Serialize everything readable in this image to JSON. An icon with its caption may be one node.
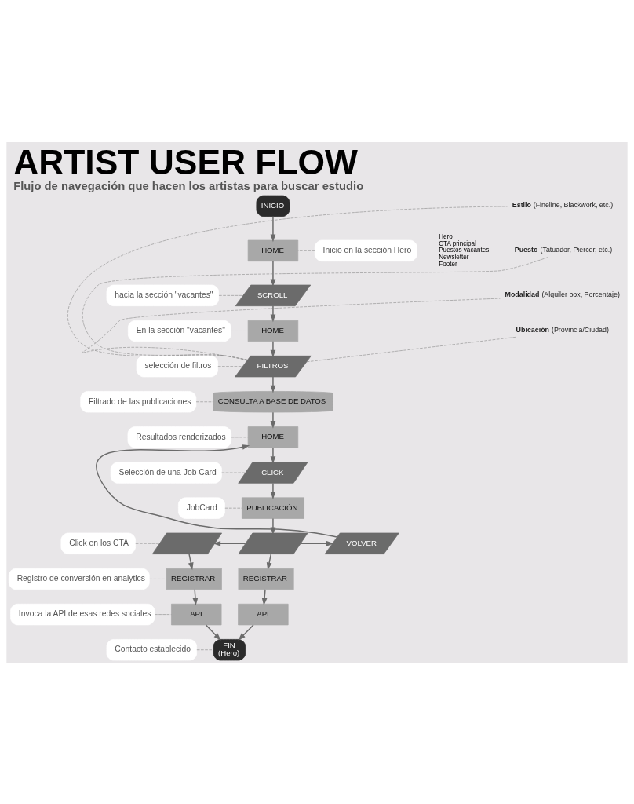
{
  "diagram": {
    "title": "ARTIST USER FLOW",
    "caption": "Flujo de navegación que hacen los artistas para buscar estudio",
    "nodes": [
      {
        "text": [
          "INICIO"
        ]
      },
      {
        "text": [
          "Inicio en la sección Hero"
        ]
      },
      {
        "text": [
          "HOME"
        ],
        "beside": [
          "Hero",
          "CTA principal",
          "Puestos vacantes",
          "Newsletter",
          "Footer"
        ]
      },
      {
        "text": [
          "hacia la sección \"vacantes\""
        ]
      },
      {
        "text": [
          "SCROLL"
        ]
      },
      {
        "text": [
          "En la sección \"vacantes\""
        ]
      },
      {
        "text": [
          "HOME"
        ]
      },
      {
        "text": [
          "selección de filtros"
        ]
      },
      {
        "text": [
          "FILTROS"
        ]
      },
      {
        "text": [
          "**Estilo** (Fineline, Blackwork, etc.)"
        ]
      },
      {
        "text": [
          "**Puesto** (Tatuador, Piercer, etc.)"
        ]
      },
      {
        "text": [
          "**Modalidad** (Alquiler box, Porcentaje)"
        ]
      },
      {
        "text": [
          "**Ubicación** (Provincia/Ciudad)"
        ]
      },
      {
        "text": [
          "Filtrado de las publicaciones"
        ]
      },
      {
        "text": [
          "CONSULTA A BASE DE DATOS"
        ]
      },
      {
        "text": [
          "Resultados renderizados"
        ]
      },
      {
        "text": [
          "HOME"
        ]
      },
      {
        "text": [
          "Selección de una Job Card"
        ]
      },
      {
        "text": [
          "CLICK"
        ]
      },
      {
        "text": [
          "JobCard"
        ]
      },
      {
        "text": [
          "PUBLICACIÓN"
        ]
      },
      {
        "text": [
          "Click en los CTA"
        ]
      },
      {
        "text": [],
        "shape": "parallelogram"
      },
      {
        "text": [],
        "shape": "parallelogram"
      },
      {
        "text": [
          "VOLVER"
        ]
      },
      {
        "text": [
          "Registro de conversión en analytics"
        ]
      },
      {
        "text": [
          "REGISTRAR"
        ]
      },
      {
        "text": [
          "REGISTRAR"
        ]
      },
      {
        "text": [
          "Invoca la API de esas redes sociales"
        ]
      },
      {
        "text": [
          "API"
        ]
      },
      {
        "text": [
          "API"
        ]
      },
      {
        "text": [
          "Contacto establecido"
        ]
      },
      {
        "text": [
          "FIN",
          "(Hero)"
        ]
      }
    ],
    "edges": [
      {
        "from": 0,
        "to": 2,
        "arrow": "to"
      },
      {
        "from": 1,
        "to": 2,
        "arrow": "none",
        "style": "dashed"
      },
      {
        "from": 2,
        "to": 4,
        "arrow": "to"
      },
      {
        "from": 3,
        "to": 4,
        "arrow": "none",
        "style": "dashed"
      },
      {
        "from": 4,
        "to": 6,
        "arrow": "to"
      },
      {
        "from": 5,
        "to": 6,
        "arrow": "none",
        "style": "dashed"
      },
      {
        "from": 6,
        "to": 8,
        "arrow": "to"
      },
      {
        "from": 7,
        "to": 8,
        "arrow": "none",
        "style": "dashed"
      },
      {
        "from": 8,
        "to": 9,
        "arrow": "none",
        "style": "dashed"
      },
      {
        "from": 8,
        "to": 10,
        "arrow": "none",
        "style": "dashed"
      },
      {
        "from": 8,
        "to": 11,
        "arrow": "none",
        "style": "dashed"
      },
      {
        "from": 8,
        "to": 12,
        "arrow": "none",
        "style": "dashed"
      },
      {
        "from": 8,
        "to": 14,
        "arrow": "to"
      },
      {
        "from": 13,
        "to": 14,
        "arrow": "none",
        "style": "dashed"
      },
      {
        "from": 14,
        "to": 16,
        "arrow": "to"
      },
      {
        "from": 15,
        "to": 16,
        "arrow": "none",
        "style": "dashed"
      },
      {
        "from": 16,
        "to": 18,
        "arrow": "to"
      },
      {
        "from": 17,
        "to": 18,
        "arrow": "none",
        "style": "dashed"
      },
      {
        "from": 18,
        "to": 20,
        "arrow": "to"
      },
      {
        "from": 19,
        "to": 20,
        "arrow": "none",
        "style": "dashed"
      },
      {
        "from": 20,
        "to": 23,
        "arrow": "to"
      },
      {
        "from": 23,
        "to": 22,
        "arrow": "to"
      },
      {
        "from": 23,
        "to": 24,
        "arrow": "to"
      },
      {
        "from": 24,
        "to": 16,
        "arrow": "to"
      },
      {
        "from": 21,
        "to": 22,
        "arrow": "none",
        "style": "dashed"
      },
      {
        "from": 22,
        "to": 26,
        "arrow": "to"
      },
      {
        "from": 23,
        "to": 27,
        "arrow": "to"
      },
      {
        "from": 25,
        "to": 26,
        "arrow": "none",
        "style": "dashed"
      },
      {
        "from": 26,
        "to": 29,
        "arrow": "to"
      },
      {
        "from": 27,
        "to": 30,
        "arrow": "to"
      },
      {
        "from": 28,
        "to": 29,
        "arrow": "none",
        "style": "dashed"
      },
      {
        "from": 29,
        "to": 32,
        "arrow": "to"
      },
      {
        "from": 30,
        "to": 32,
        "arrow": "to"
      },
      {
        "from": 31,
        "to": 32,
        "arrow": "none",
        "style": "dashed"
      }
    ]
  }
}
